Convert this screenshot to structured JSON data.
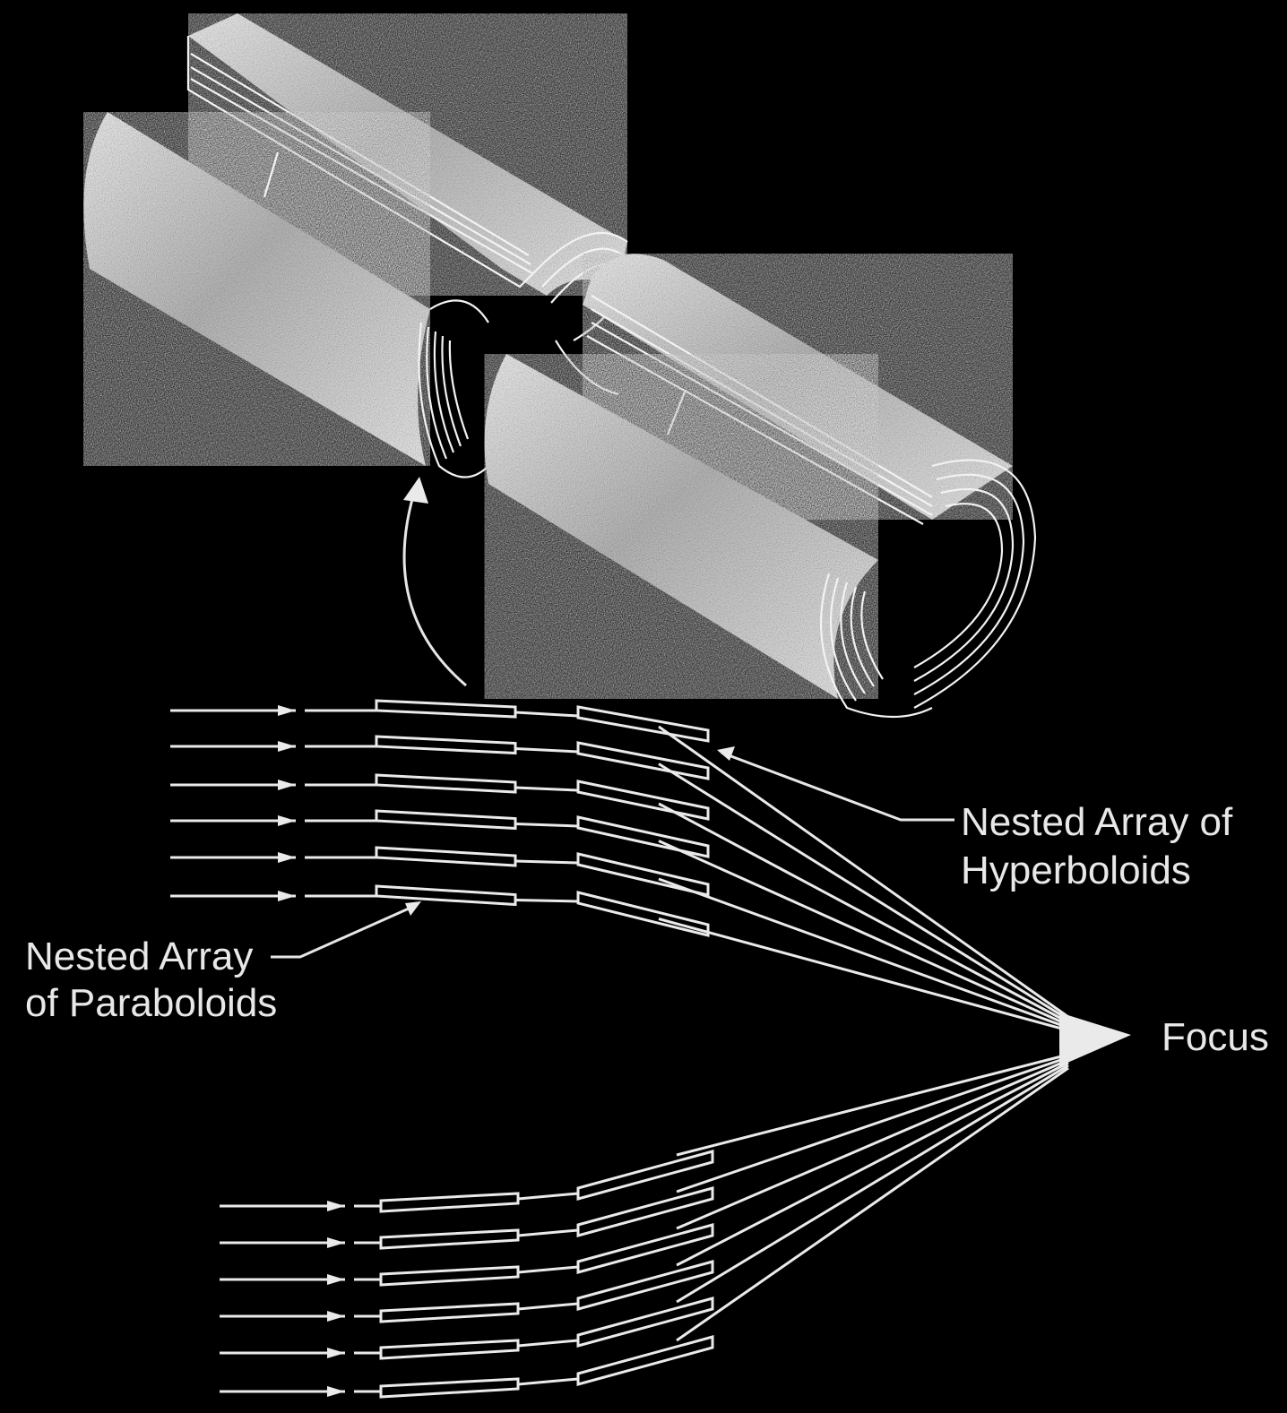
{
  "labels": {
    "hyperboloids_line1": "Nested Array of",
    "hyperboloids_line2": "Hyperboloids",
    "paraboloids_line1": "Nested Array",
    "paraboloids_line2": "of Paraboloids",
    "focus": "Focus"
  },
  "colors": {
    "background": "#000000",
    "foreground": "#eaeaea"
  }
}
